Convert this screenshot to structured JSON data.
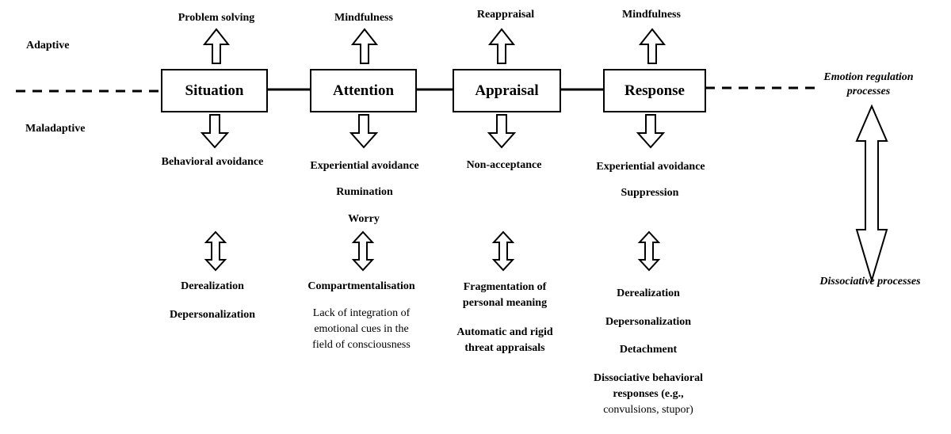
{
  "row_labels": {
    "adaptive": "Adaptive",
    "maladaptive": "Maladaptive"
  },
  "stages": [
    {
      "label": "Situation",
      "adaptive": "Problem solving",
      "maladaptive": [
        "Behavioral avoidance"
      ],
      "dissociative": [
        "Derealization",
        "Depersonalization"
      ]
    },
    {
      "label": "Attention",
      "adaptive": "Mindfulness",
      "maladaptive": [
        "Experiential avoidance",
        "Rumination",
        "Worry"
      ],
      "dissociative": [
        "Compartmentalisation"
      ],
      "dissociative_detail": [
        "Lack of integration of",
        "emotional cues in the",
        "field of consciousness"
      ]
    },
    {
      "label": "Appraisal",
      "adaptive": "Reappraisal",
      "maladaptive": [
        "Non-acceptance"
      ],
      "dissociative": [
        "Fragmentation of",
        "personal meaning",
        "Automatic and rigid",
        "threat appraisals"
      ]
    },
    {
      "label": "Response",
      "adaptive": "Mindfulness",
      "maladaptive": [
        "Experiential avoidance",
        "Suppression"
      ],
      "dissociative": [
        "Derealization",
        "Depersonalization",
        "Detachment",
        "Dissociative behavioral",
        "responses (e.g.,",
        "convulsions, stupor)"
      ]
    }
  ],
  "right_labels": {
    "emotion_regulation": [
      "Emotion regulation",
      "processes"
    ],
    "dissociative": "Dissociative processes"
  }
}
